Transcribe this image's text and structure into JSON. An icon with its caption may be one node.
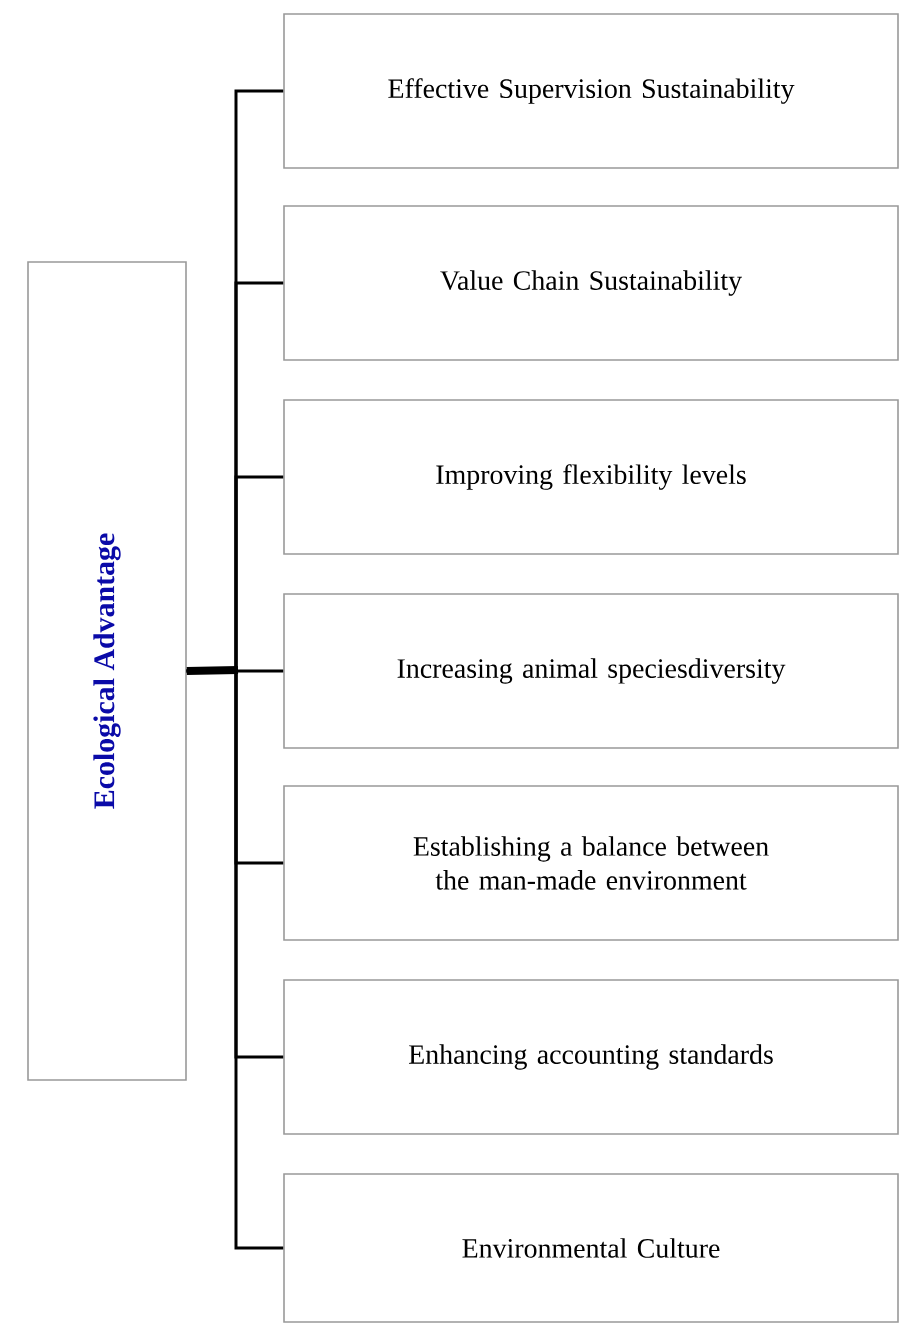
{
  "diagram": {
    "nodes": [
      {
        "text": [
          "Ecological Advantage"
        ]
      },
      {
        "text": [
          "Effective Supervision Sustainability"
        ]
      },
      {
        "text": [
          "Value Chain Sustainability"
        ]
      },
      {
        "text": [
          "Improving flexibility levels"
        ]
      },
      {
        "text": [
          "Increasing animal speciesdiversity"
        ]
      },
      {
        "text": [
          "Establishing a balance between the man-made environment"
        ]
      },
      {
        "text": [
          "Enhancing accounting standards"
        ]
      },
      {
        "text": [
          "Environmental Culture"
        ]
      }
    ],
    "edges": [
      {
        "from": 0,
        "to": 1,
        "arrow": "none"
      },
      {
        "from": 0,
        "to": 2,
        "arrow": "none"
      },
      {
        "from": 0,
        "to": 3,
        "arrow": "none"
      },
      {
        "from": 0,
        "to": 4,
        "arrow": "none"
      },
      {
        "from": 0,
        "to": 5,
        "arrow": "none"
      },
      {
        "from": 0,
        "to": 6,
        "arrow": "none"
      },
      {
        "from": 0,
        "to": 7,
        "arrow": "none"
      }
    ]
  }
}
